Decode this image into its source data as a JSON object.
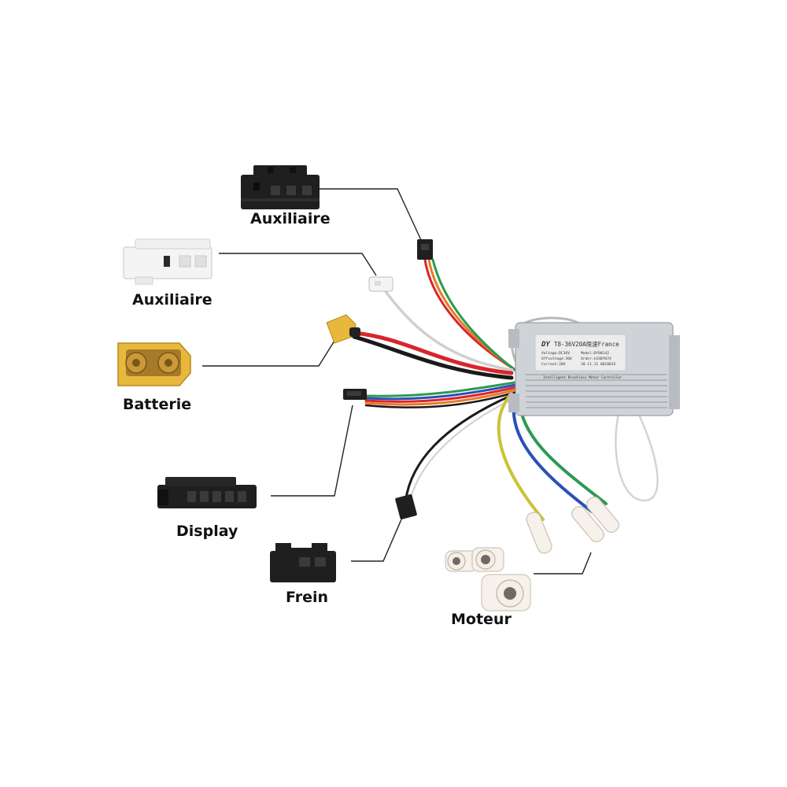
{
  "labels": {
    "auxiliaire_1": "Auxiliaire",
    "auxiliaire_2": "Auxiliaire",
    "batterie": "Batterie",
    "display": "Display",
    "frein": "Frein",
    "moteur": "Moteur"
  },
  "controller": {
    "brand": "DY",
    "title": "T8-36V20A限速France",
    "line1_left": "Voltage:DC36V",
    "line1_right": "Model:DY00142",
    "line2_left": "Offvoltage:30V",
    "line2_right": "Order:LGSDY074",
    "line3_left": "Current:20A",
    "line3_right": "20.11.11 0010015",
    "footer": "Intelligent Brushless Motor Controller"
  },
  "colors": {
    "wire_red": "#d8262b",
    "wire_black": "#1a1a1a",
    "wire_green": "#2c9a52",
    "wire_blue": "#2a4fb8",
    "wire_yellow": "#c9c33a",
    "wire_orange": "#e87a25",
    "wire_white": "#eeeeee",
    "connector_yellow": "#e8b83c",
    "connector_black": "#1f1f1f",
    "connector_white": "#f2f2f2",
    "controller_silver": "#c9ccd0"
  }
}
